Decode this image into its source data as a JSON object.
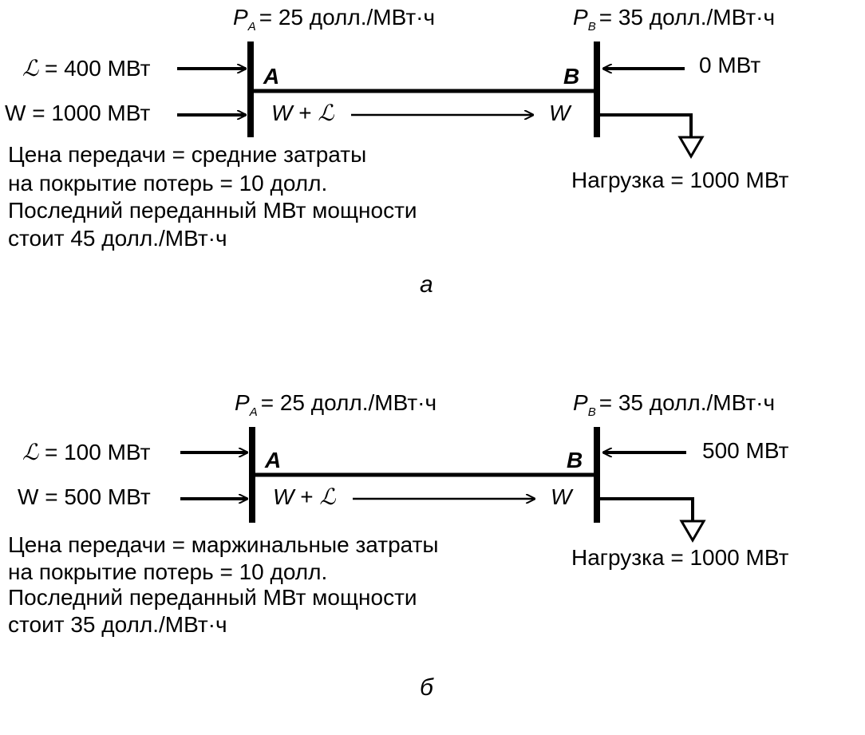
{
  "panels": [
    {
      "price_a": {
        "symbol": "P",
        "subscript": "A",
        "value": "= 25 долл./МВт·ч"
      },
      "price_b": {
        "symbol": "P",
        "subscript": "B",
        "value": "= 35 долл./МВт·ч"
      },
      "loss_input": {
        "symbol": "ℒ",
        "value": "= 400 МВт"
      },
      "w_input": {
        "symbol": "W",
        "value": "= 1000 МВт"
      },
      "bus_a_label": "A",
      "bus_b_label": "B",
      "flow_label": {
        "w": "W",
        "plus": "+",
        "loss": "ℒ"
      },
      "flow_end_label": "W",
      "b_input": "0 МВт",
      "load": "Нагрузка = 1000 МВт",
      "note_lines": [
        "Цена передачи = средние затраты",
        "на покрытие потерь = 10 долл.",
        "Последний переданный МВт мощности",
        "стоит 45 долл./МВт·ч"
      ],
      "caption": "а"
    },
    {
      "price_a": {
        "symbol": "P",
        "subscript": "A",
        "value": "= 25 долл./МВт·ч"
      },
      "price_b": {
        "symbol": "P",
        "subscript": "B",
        "value": "= 35 долл./МВт·ч"
      },
      "loss_input": {
        "symbol": "ℒ",
        "value": "= 100 МВт"
      },
      "w_input": {
        "symbol": "W",
        "value": "= 500 МВт"
      },
      "bus_a_label": "A",
      "bus_b_label": "B",
      "flow_label": {
        "w": "W",
        "plus": "+",
        "loss": "ℒ"
      },
      "flow_end_label": "W",
      "b_input": "500 МВт",
      "load": "Нагрузка = 1000 МВт",
      "note_lines": [
        "Цена передачи = маржинальные затраты",
        "на покрытие потерь = 10 долл.",
        "Последний переданный МВт мощности",
        "стоит 35 долл./МВт·ч"
      ],
      "caption": "б"
    }
  ]
}
